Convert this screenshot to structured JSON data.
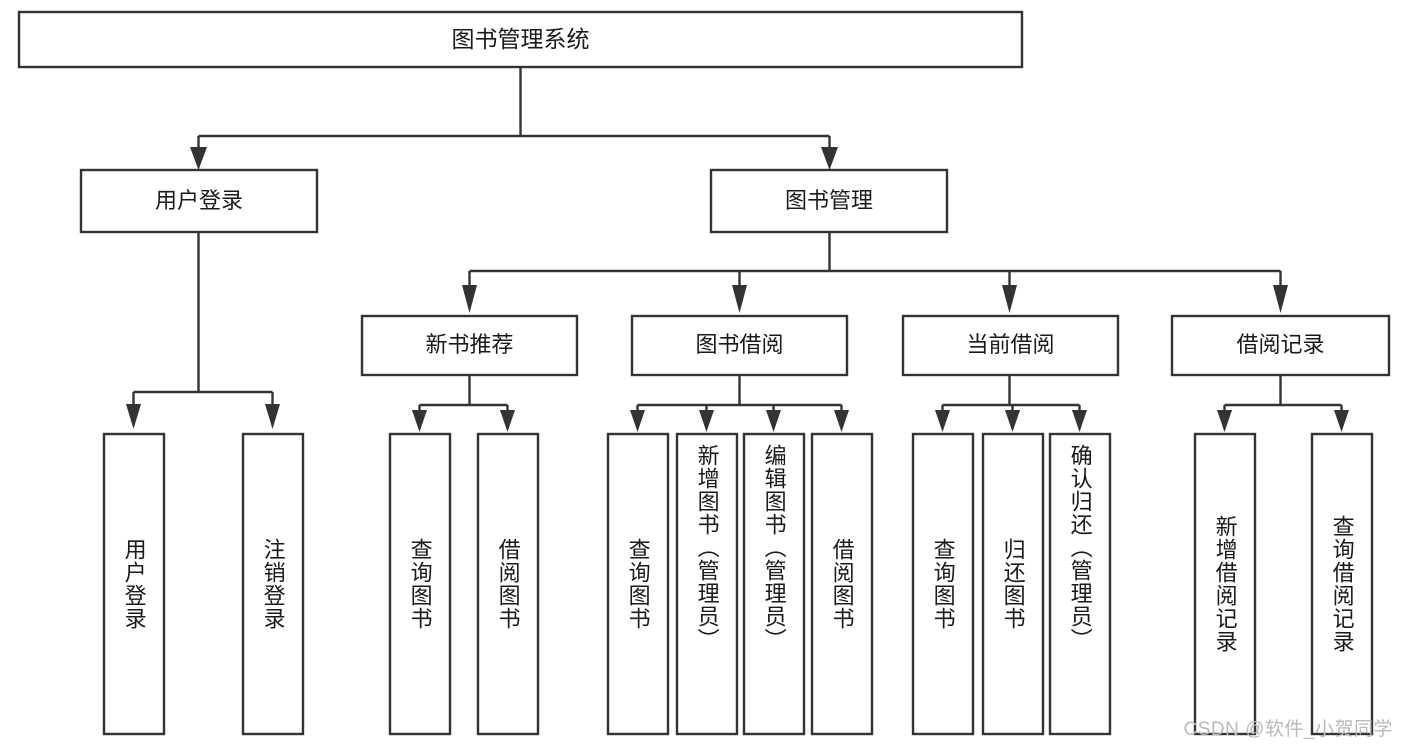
{
  "diagram": {
    "type": "tree-hierarchy-diagram",
    "title": "图书管理系统",
    "orientation": "top-down",
    "colors": {
      "box_fill": "#ffffff",
      "box_stroke": "#333333",
      "text": "#1a1a1a",
      "background": "#ffffff",
      "watermark": "#b9b9b9"
    }
  },
  "root": {
    "label": "图书管理系统"
  },
  "level1": [
    {
      "label": "用户登录"
    },
    {
      "label": "图书管理"
    }
  ],
  "level2": [
    {
      "label": "新书推荐"
    },
    {
      "label": "图书借阅"
    },
    {
      "label": "当前借阅"
    },
    {
      "label": "借阅记录"
    }
  ],
  "leaves": {
    "user_login": [
      {
        "label": "用户登录"
      },
      {
        "label": "注销登录"
      }
    ],
    "new_book_recommend": [
      {
        "label": "查询图书"
      },
      {
        "label": "借阅图书"
      }
    ],
    "book_borrow": [
      {
        "label": "查询图书"
      },
      {
        "label": "新增图书（管理员）"
      },
      {
        "label": "编辑图书（管理员）"
      },
      {
        "label": "借阅图书"
      }
    ],
    "current_borrow": [
      {
        "label": "查询图书"
      },
      {
        "label": "归还图书"
      },
      {
        "label": "确认归还（管理员）"
      }
    ],
    "borrow_record": [
      {
        "label": "新增借阅记录"
      },
      {
        "label": "查询借阅记录"
      }
    ]
  },
  "watermark": {
    "text": "CSDN @软件_小贺同学"
  }
}
